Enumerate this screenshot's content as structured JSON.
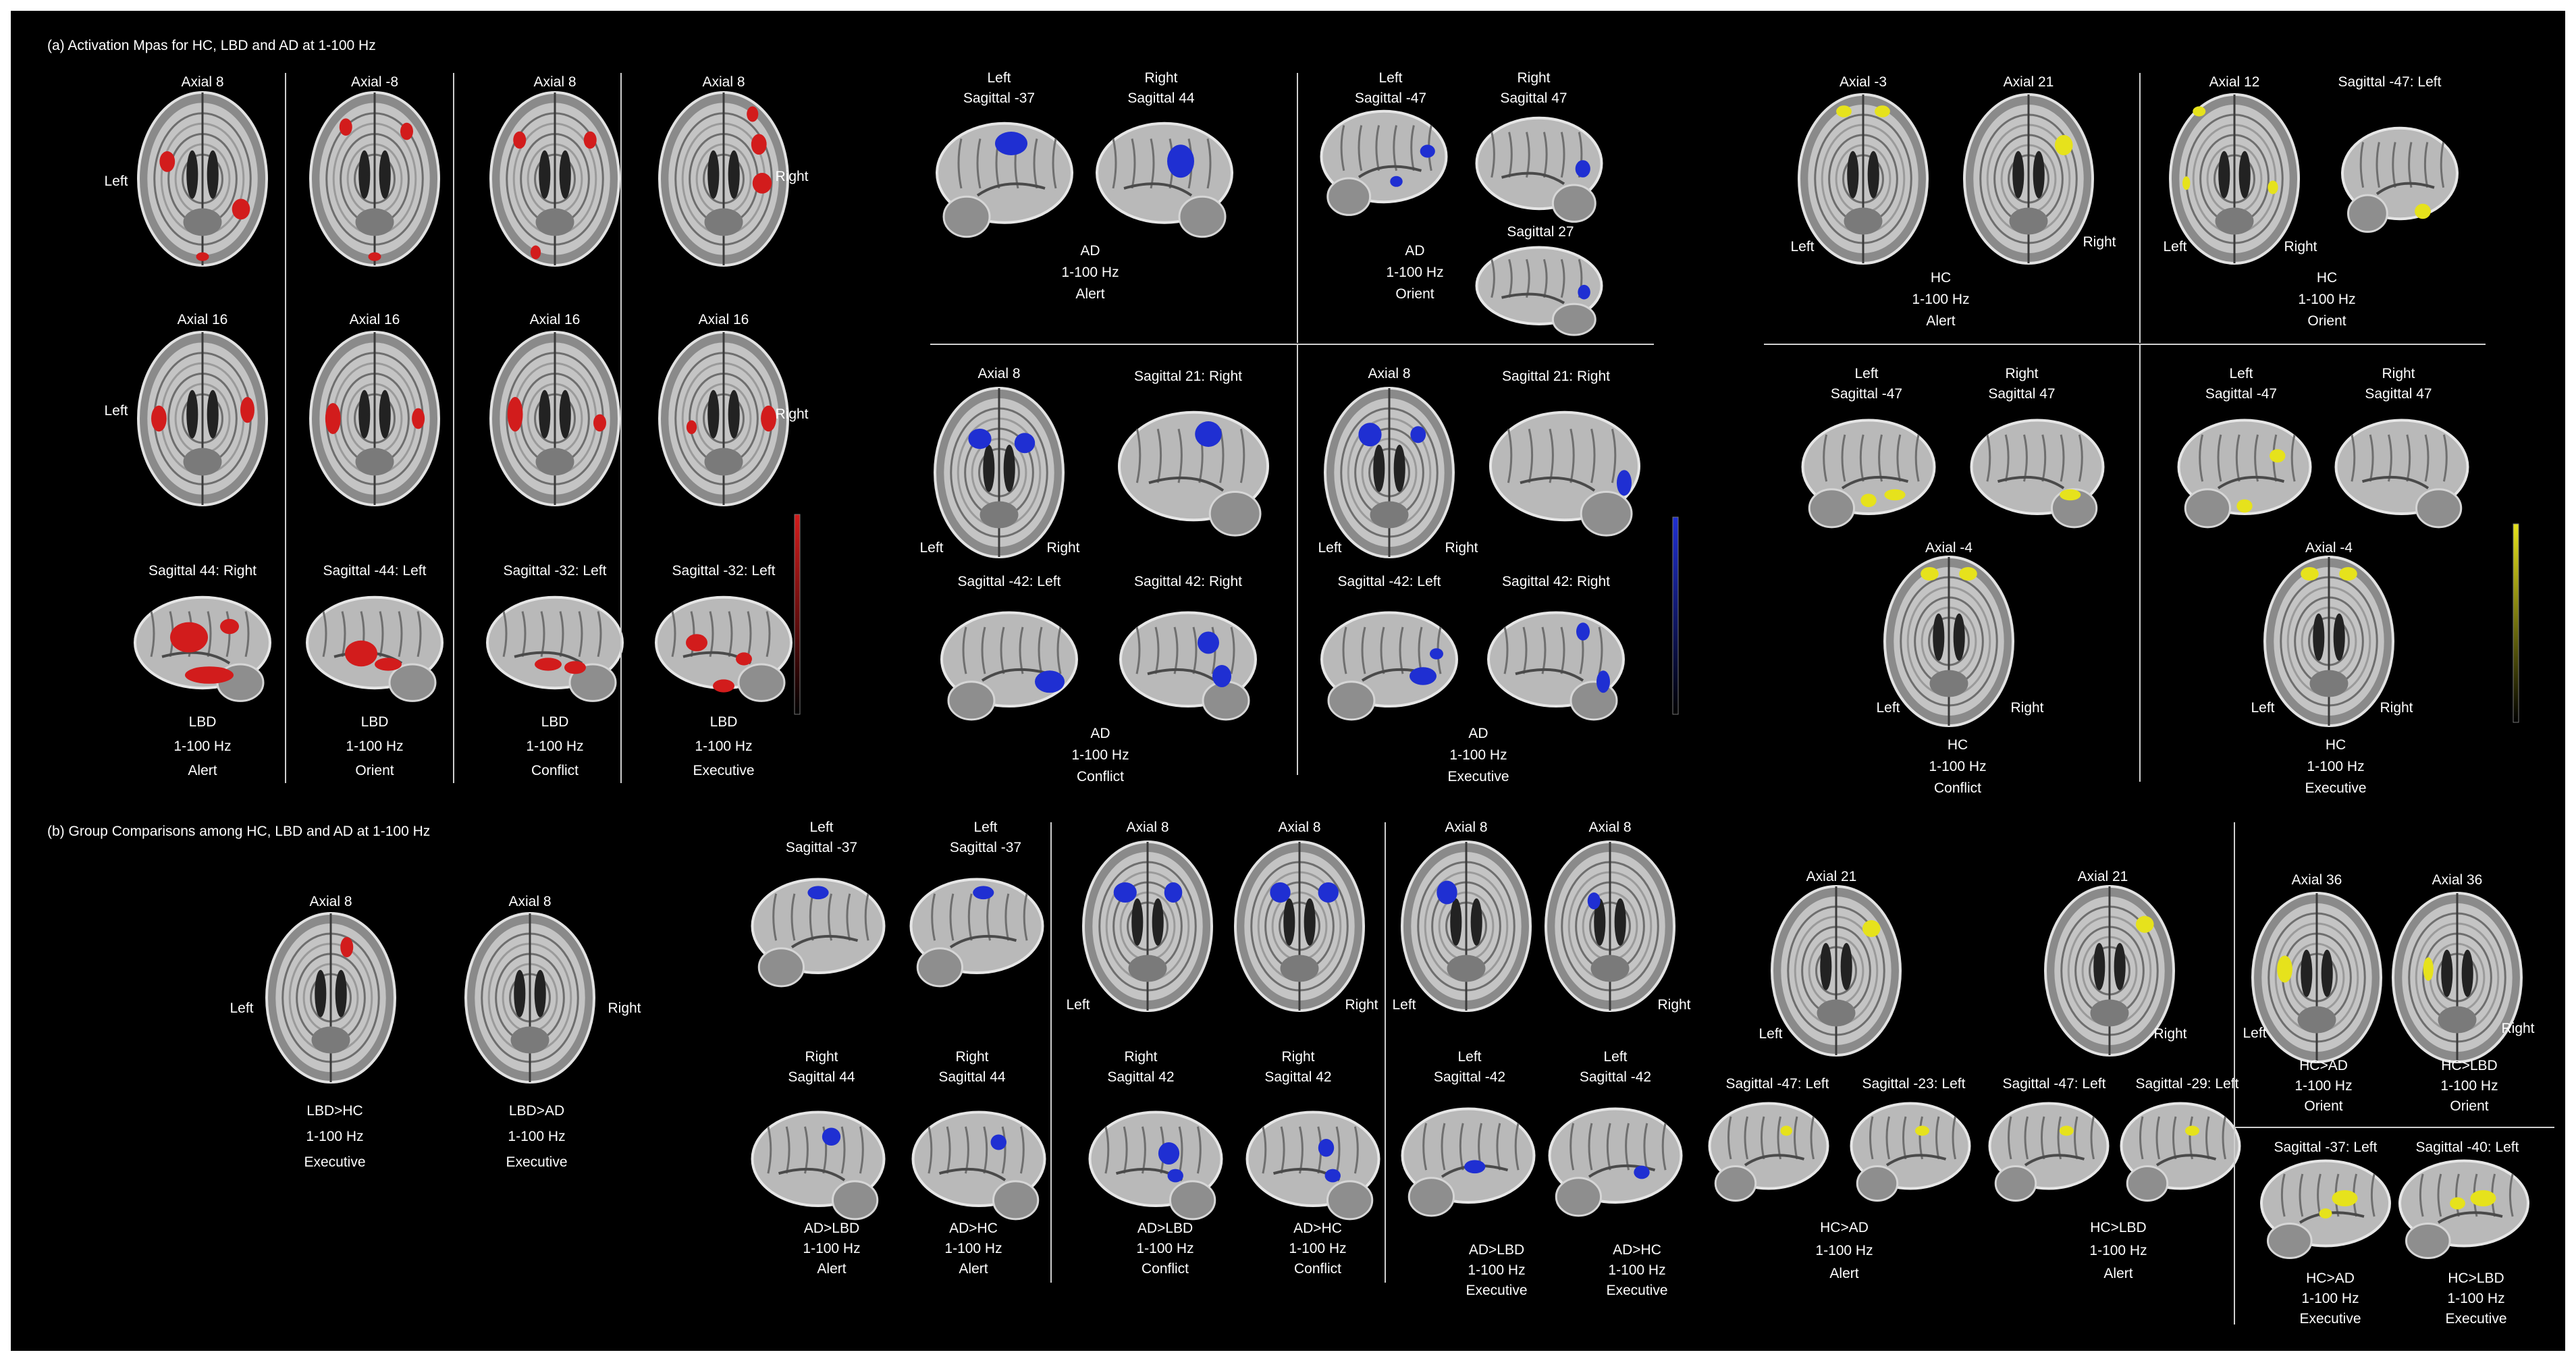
{
  "heading_a": "(a) Activation Mpas for HC, LBD and AD at 1-100 Hz",
  "heading_b": "(b) Group Comparisons among HC, LBD and AD at 1-100 Hz",
  "colors": {
    "LBD": "#d21c1c",
    "AD": "#1f2fd2",
    "HC": "#e6e21c"
  },
  "a": {
    "lbd": {
      "axial1": [
        "Axial 8",
        "Axial -8",
        "Axial 8",
        "Axial 8"
      ],
      "axial2": [
        "Axial 16",
        "Axial 16",
        "Axial 16",
        "Axial 16"
      ],
      "sagittal": [
        "Sagittal 44: Right",
        "Sagittal -44: Left",
        "Sagittal -32: Left",
        "Sagittal -32: Left"
      ],
      "left": "Left",
      "right": "Right",
      "captions": [
        [
          "LBD",
          "1-100 Hz",
          "Alert"
        ],
        [
          "LBD",
          "1-100 Hz",
          "Orient"
        ],
        [
          "LBD",
          "1-100 Hz",
          "Conflict"
        ],
        [
          "LBD",
          "1-100 Hz",
          "Executive"
        ]
      ]
    },
    "ad": {
      "alert_top": [
        [
          "Left",
          "Sagittal -37"
        ],
        [
          "Right",
          "Sagittal 44"
        ]
      ],
      "orient_top": [
        [
          "Left",
          "Sagittal -47"
        ],
        [
          "Right",
          "Sagittal 47"
        ]
      ],
      "orient_extra": "Sagittal 27",
      "alert_caption": [
        "AD",
        "1-100 Hz",
        "Alert"
      ],
      "orient_caption": [
        "AD",
        "1-100 Hz",
        "Orient"
      ],
      "conflict": {
        "axial": "Axial 8",
        "sag_top": "Sagittal 21: Right",
        "sag_l": "Sagittal -42: Left",
        "sag_r": "Sagittal 42: Right",
        "left": "Left",
        "right": "Right",
        "caption": [
          "AD",
          "1-100 Hz",
          "Conflict"
        ]
      },
      "executive": {
        "axial": "Axial 8",
        "sag_top": "Sagittal 21: Right",
        "sag_l": "Sagittal -42: Left",
        "sag_r": "Sagittal 42: Right",
        "left": "Left",
        "right": "Right",
        "caption": [
          "AD",
          "1-100 Hz",
          "Executive"
        ]
      }
    },
    "hc": {
      "alert": {
        "ax1": "Axial -3",
        "ax2": "Axial 21",
        "left": "Left",
        "right": "Right",
        "caption": [
          "HC",
          "1-100 Hz",
          "Alert"
        ]
      },
      "orient": {
        "ax1": "Axial 12",
        "sag": "Sagittal -47: Left",
        "left": "Left",
        "right": "Right",
        "caption": [
          "HC",
          "1-100 Hz",
          "Orient"
        ]
      },
      "conflict": {
        "top": [
          [
            "Left",
            "Sagittal -47"
          ],
          [
            "Right",
            "Sagittal 47"
          ]
        ],
        "axial": "Axial -4",
        "left": "Left",
        "right": "Right",
        "caption": [
          "HC",
          "1-100 Hz",
          "Conflict"
        ]
      },
      "executive": {
        "top": [
          [
            "Left",
            "Sagittal -47"
          ],
          [
            "Right",
            "Sagittal 47"
          ]
        ],
        "axial": "Axial -4",
        "left": "Left",
        "right": "Right",
        "caption": [
          "HC",
          "1-100 Hz",
          "Executive"
        ]
      }
    }
  },
  "b": {
    "lbd": {
      "ax": [
        "Axial 8",
        "Axial 8"
      ],
      "left": "Left",
      "right": "Right",
      "captions": [
        [
          "LBD>HC",
          "1-100 Hz",
          "Executive"
        ],
        [
          "LBD>AD",
          "1-100 Hz",
          "Executive"
        ]
      ]
    },
    "alert": {
      "top": [
        [
          "Left",
          "Sagittal -37"
        ],
        [
          "Left",
          "Sagittal -37"
        ]
      ],
      "bottom": [
        [
          "Right",
          "Sagittal 44"
        ],
        [
          "Right",
          "Sagittal 44"
        ]
      ],
      "captions": [
        [
          "AD>LBD",
          "1-100  Hz",
          "Alert"
        ],
        [
          "AD>HC",
          "1-100 Hz",
          "Alert"
        ]
      ]
    },
    "conflict": {
      "ax": [
        "Axial 8",
        "Axial 8"
      ],
      "left": "Left",
      "right": "Right",
      "bottom": [
        [
          "Right",
          "Sagittal 42"
        ],
        [
          "Right",
          "Sagittal 42"
        ]
      ],
      "captions": [
        [
          "AD>LBD",
          "1-100 Hz",
          "Conflict"
        ],
        [
          "AD>HC",
          "1-100 Hz",
          "Conflict"
        ]
      ]
    },
    "executive": {
      "ax": [
        "Axial 8",
        "Axial 8"
      ],
      "left": "Left",
      "right": "Right",
      "bottom": [
        [
          "Left",
          "Sagittal -42"
        ],
        [
          "Left",
          "Sagittal -42"
        ]
      ],
      "captions": [
        [
          "AD>LBD",
          "1-100 Hz",
          "Executive"
        ],
        [
          "AD>HC",
          "1-100 Hz",
          "Executive"
        ]
      ]
    },
    "hc_alert": {
      "ax": [
        "Axial 21",
        "Axial 21"
      ],
      "left": "Left",
      "right": "Right",
      "sag": [
        "Sagittal -47: Left",
        "Sagittal -23: Left",
        "Sagittal -47: Left",
        "Sagittal -29: Left"
      ],
      "captions": [
        [
          "HC>AD",
          "1-100 Hz",
          "Alert"
        ],
        [
          "HC>LBD",
          "1-100 Hz",
          "Alert"
        ]
      ]
    },
    "hc_orient": {
      "ax": [
        "Axial 36",
        "Axial 36"
      ],
      "left": "Left",
      "right": "Right",
      "captions": [
        [
          "HC>AD",
          "1-100 Hz",
          "Orient"
        ],
        [
          "HC>LBD",
          "1-100 Hz",
          "Orient"
        ]
      ]
    },
    "hc_exec": {
      "sag": [
        "Sagittal -37: Left",
        "Sagittal -40: Left"
      ],
      "captions": [
        [
          "HC>AD",
          "1-100 Hz",
          "Executive"
        ],
        [
          "HC>LBD",
          "1-100 Hz",
          "Executive"
        ]
      ]
    }
  }
}
